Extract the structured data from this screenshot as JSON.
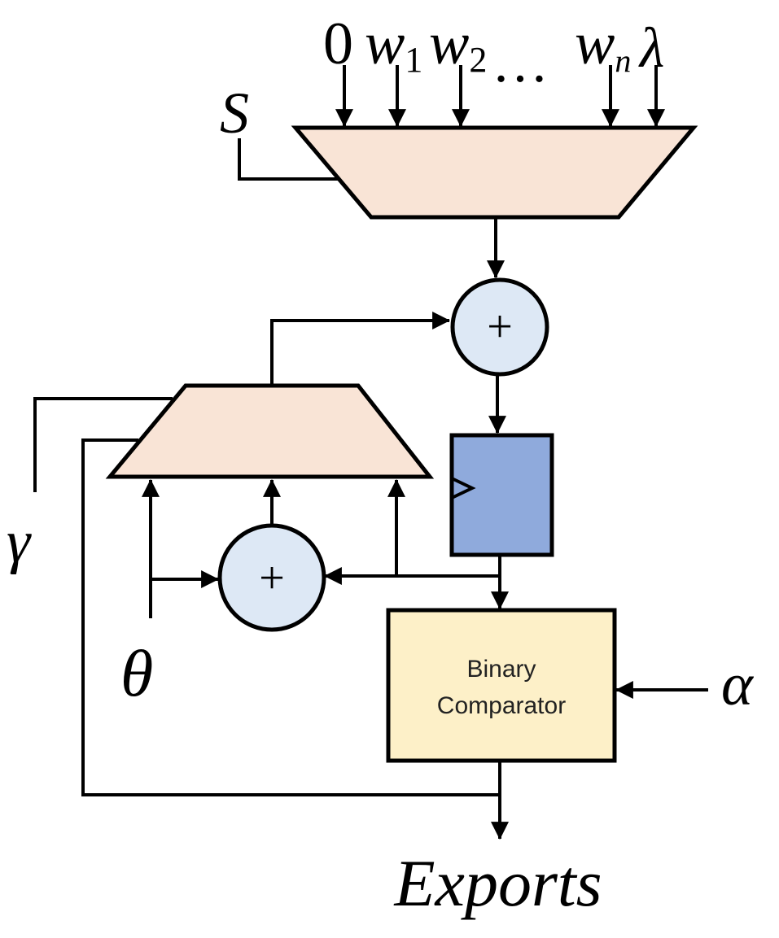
{
  "inputs": {
    "zero": "0",
    "w1": "w",
    "w1_sub": "1",
    "w2": "w",
    "w2_sub": "2",
    "ellipsis": "…",
    "wn": "w",
    "wn_sub": "n",
    "lambda": "λ"
  },
  "select_label": "S",
  "gamma_label": "γ",
  "theta_label": "θ",
  "alpha_label": "α",
  "adder_symbol": "+",
  "comparator": {
    "line1": "Binary",
    "line2": "Comparator"
  },
  "output_label": "Exports",
  "colors": {
    "mux_fill": "#f9e4d6",
    "adder_fill": "#dde8f5",
    "register_fill": "#8faadc",
    "comparator_fill": "#fdf0c8",
    "stroke": "#000000"
  }
}
